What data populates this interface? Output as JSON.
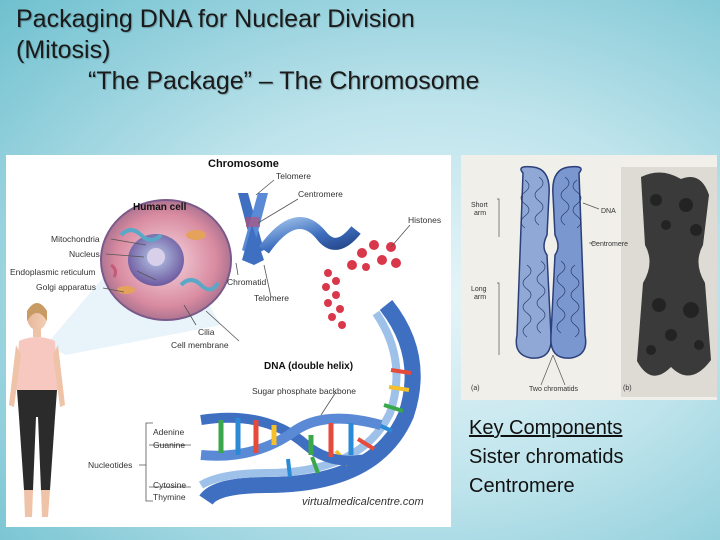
{
  "title": {
    "line1": "Packaging DNA for Nuclear Division",
    "line2": "(Mitosis)",
    "line3": "“The Package” – The Chromosome"
  },
  "left_figure": {
    "chromosome_heading": "Chromosome",
    "human_cell": "Human cell",
    "telomere_top": "Telomere",
    "centromere": "Centromere",
    "histones": "Histones",
    "mitochondria": "Mitochondria",
    "nucleus": "Nucleus",
    "endoplasmic_reticulum": "Endoplasmic reticulum",
    "golgi": "Golgi apparatus",
    "chromatid": "Chromatid",
    "telomere_bottom": "Telomere",
    "cilia": "Cilia",
    "cell_membrane": "Cell membrane",
    "dna_heading": "DNA (double helix)",
    "backbone": "Sugar phosphate backbone",
    "adenine": "Adenine",
    "guanine": "Guanine",
    "nucleotides": "Nucleotides",
    "cytosine": "Cytosine",
    "thymine": "Thymine",
    "watermark": "virtualmedicalcentre.com"
  },
  "right_figure": {
    "short_arm_1": "Short",
    "short_arm_2": "arm",
    "dna": "DNA",
    "centromere": "Centromere",
    "long_arm_1": "Long",
    "long_arm_2": "arm",
    "label_a": "(a)",
    "two_chromatids": "Two chromatids",
    "label_b": "(b)"
  },
  "key": {
    "heading": "Key Components",
    "item1": "Sister chromatids",
    "item2": "Centromere"
  },
  "colors": {
    "chromosome_blue": "#3f6fc0",
    "histone_red": "#d9374a",
    "cell_pink": "#d98ba0",
    "cell_teal": "#5aa8c8",
    "background": "#8fd0dc"
  }
}
